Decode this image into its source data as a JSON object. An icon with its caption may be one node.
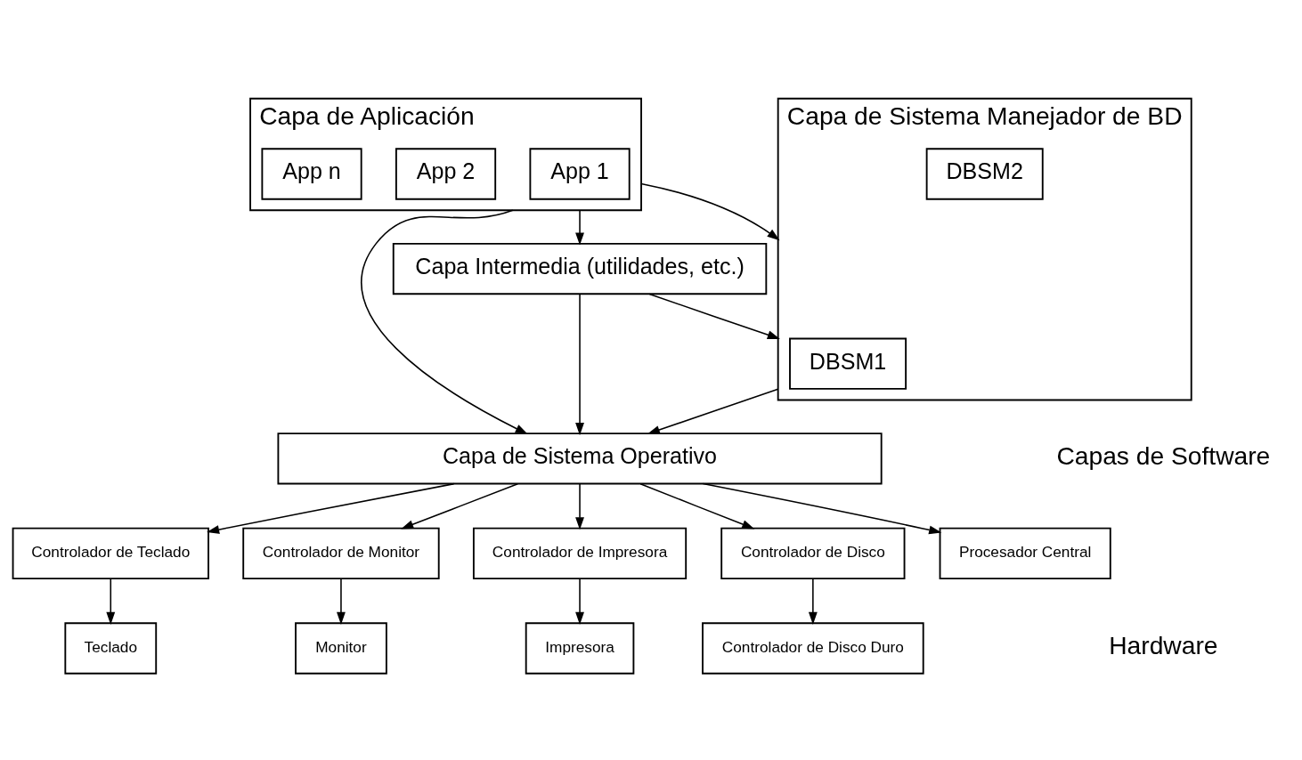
{
  "diagram": {
    "nodes": [
      {
        "text": [
          "Capa de Aplicación"
        ]
      },
      {
        "text": [
          "App 1"
        ],
        "in": 0
      },
      {
        "text": [
          "App 2"
        ],
        "in": 0
      },
      {
        "text": [
          "App n"
        ],
        "in": 0
      },
      {
        "text": [
          "Capa Intermedia (utilidades, etc.)"
        ]
      },
      {
        "text": [
          "Capa de Sistema Manejador de BD"
        ]
      },
      {
        "text": [
          "DBSM1"
        ],
        "in": 5
      },
      {
        "text": [
          "DBSM2"
        ],
        "in": 5
      },
      {
        "text": [
          "Capa de Sistema Operativo"
        ]
      },
      {
        "text": [
          "Controlador de Teclado"
        ]
      },
      {
        "text": [
          "Controlador de Monitor"
        ]
      },
      {
        "text": [
          "Controlador de Impresora"
        ]
      },
      {
        "text": [
          "Controlador de Disco"
        ]
      },
      {
        "text": [
          "Teclado"
        ]
      },
      {
        "text": [
          "Monitor"
        ]
      },
      {
        "text": [
          "Impresora"
        ]
      },
      {
        "text": [
          "Controlador de Disco Duro"
        ]
      },
      {
        "text": [
          "Procesador Central"
        ]
      }
    ],
    "edges": [
      {
        "from": 0,
        "to": 8,
        "arrow": "to"
      },
      {
        "from": 0,
        "to": 5,
        "arrow": "to"
      },
      {
        "from": 0,
        "to": 4,
        "arrow": "to"
      },
      {
        "from": 4,
        "to": 5,
        "arrow": "to"
      },
      {
        "from": 4,
        "to": 8,
        "arrow": "to"
      },
      {
        "from": 5,
        "to": 8,
        "arrow": "to"
      },
      {
        "from": 8,
        "to": 9,
        "arrow": "to"
      },
      {
        "from": 8,
        "to": 10,
        "arrow": "to"
      },
      {
        "from": 8,
        "to": 11,
        "arrow": "to"
      },
      {
        "from": 8,
        "to": 12,
        "arrow": "to"
      },
      {
        "from": 8,
        "to": 17,
        "arrow": "to"
      },
      {
        "from": 9,
        "to": 13,
        "arrow": "to"
      },
      {
        "from": 10,
        "to": 14,
        "arrow": "to"
      },
      {
        "from": 11,
        "to": 15,
        "arrow": "to"
      },
      {
        "from": 12,
        "to": 16,
        "arrow": "to"
      }
    ],
    "labels": [
      "Capas de Software",
      "Hardware"
    ]
  }
}
